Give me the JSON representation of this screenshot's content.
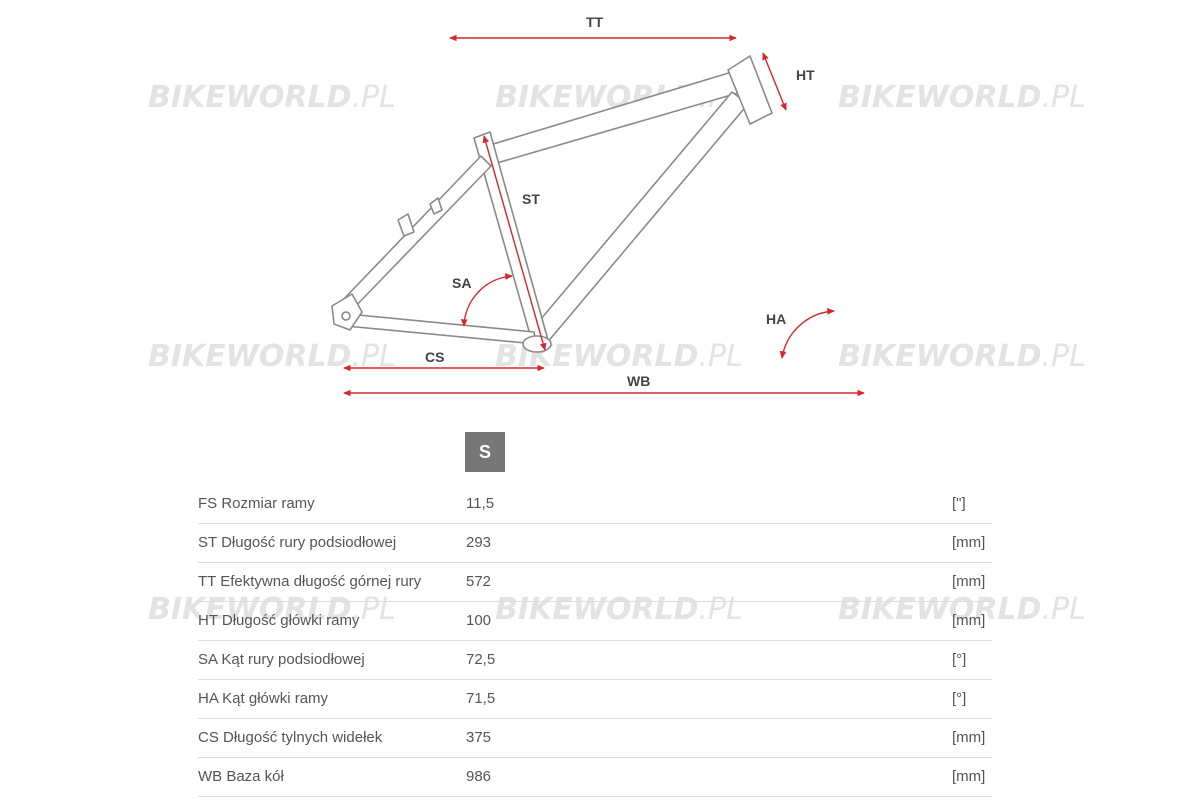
{
  "watermarks": [
    {
      "brand": "BIKEWORLD",
      "suffix": ".PL"
    },
    {
      "brand": "BIKEWORLD",
      "suffix": ".PL"
    },
    {
      "brand": "BIKEWORLD",
      "suffix": ".PL"
    },
    {
      "brand": "BIKEWORLD",
      "suffix": ".PL"
    },
    {
      "brand": "BIKEWORLD",
      "suffix": ".PL"
    },
    {
      "brand": "BIKEWORLD",
      "suffix": ".PL"
    },
    {
      "brand": "BIKEWORLD",
      "suffix": ".PL"
    },
    {
      "brand": "BIKEWORLD",
      "suffix": ".PL"
    },
    {
      "brand": "BIKEWORLD",
      "suffix": ".PL"
    }
  ],
  "diagram": {
    "labels": {
      "tt": "TT",
      "ht": "HT",
      "st": "ST",
      "sa": "SA",
      "ha": "HA",
      "cs": "CS",
      "wb": "WB"
    },
    "colors": {
      "dimension": "#d9262b",
      "frame_stroke": "#8a8a8a",
      "frame_fill": "#ffffff"
    }
  },
  "size_header": "S",
  "geometry": [
    {
      "label": "FS Rozmiar ramy",
      "value": "11,5",
      "unit": "[\"]"
    },
    {
      "label": "ST Długość rury podsiodłowej",
      "value": "293",
      "unit": "[mm]"
    },
    {
      "label": "TT Efektywna długość górnej rury",
      "value": "572",
      "unit": "[mm]"
    },
    {
      "label": "HT Długość główki ramy",
      "value": "100",
      "unit": "[mm]"
    },
    {
      "label": "SA Kąt rury podsiodłowej",
      "value": "72,5",
      "unit": "[°]"
    },
    {
      "label": "HA Kąt główki ramy",
      "value": "71,5",
      "unit": "[°]"
    },
    {
      "label": "CS Długość tylnych widełek",
      "value": "375",
      "unit": "[mm]"
    },
    {
      "label": "WB Baza kół",
      "value": "986",
      "unit": "[mm]"
    }
  ]
}
